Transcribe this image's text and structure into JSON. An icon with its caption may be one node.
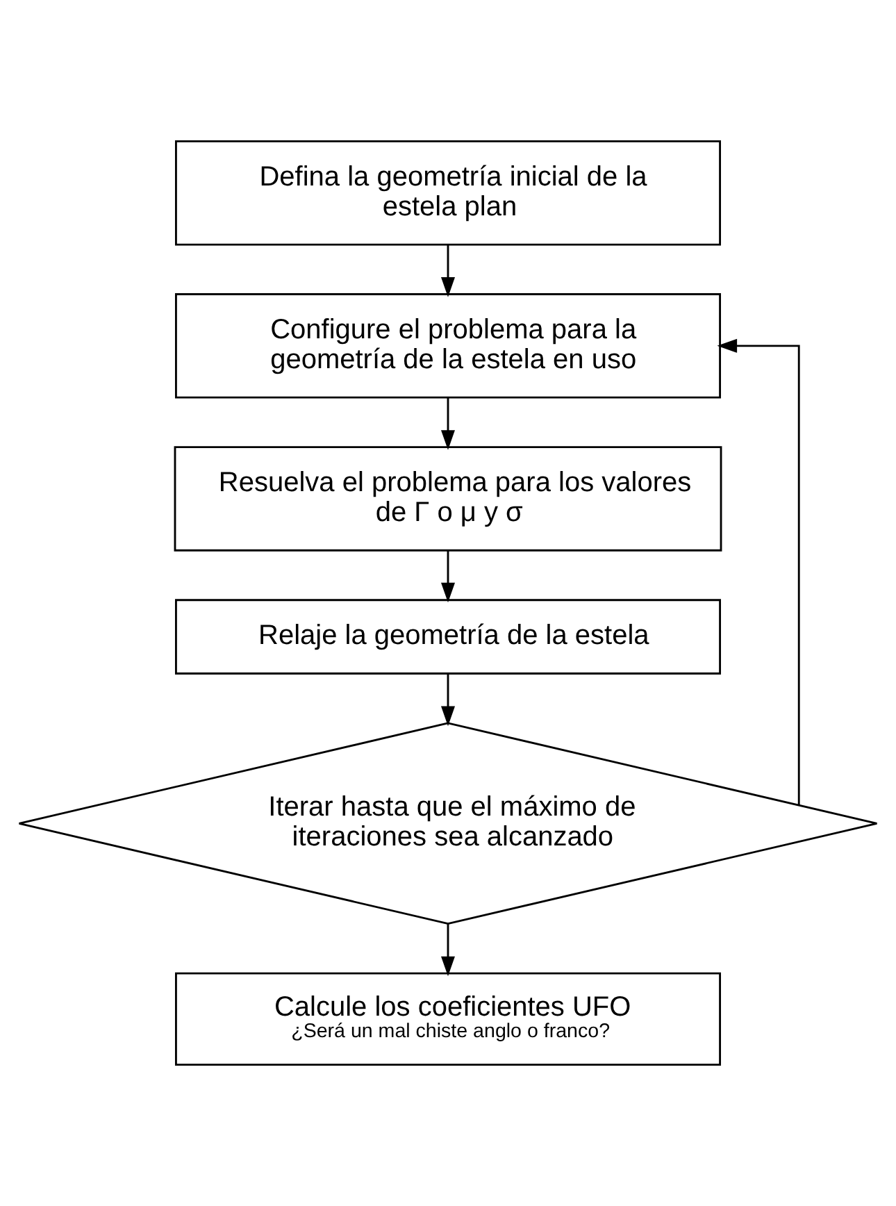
{
  "diagram": {
    "nodes": [
      {
        "text": [
          "Defina la geometría inicial de la estela plan"
        ]
      },
      {
        "text": [
          "Configure el problema para la geometría de la estela en uso"
        ]
      },
      {
        "text": [
          "Resuelva el problema para los valores de Γ o μ y σ"
        ]
      },
      {
        "text": [
          "Relaje la geometría de la estela"
        ]
      },
      {
        "text": [
          "Iterar hasta que el máximo de iteraciones sea alcanzado"
        ]
      },
      {
        "text": [
          "Calcule los coeficientes UFO",
          "¿Será un mal chiste anglo o franco?"
        ]
      }
    ],
    "edges": [
      {
        "from": 0,
        "to": 1,
        "arrow": "to"
      },
      {
        "from": 1,
        "to": 2,
        "arrow": "to"
      },
      {
        "from": 2,
        "to": 3,
        "arrow": "to"
      },
      {
        "from": 3,
        "to": 4,
        "arrow": "to"
      },
      {
        "from": 4,
        "to": 1,
        "arrow": "to"
      },
      {
        "from": 4,
        "to": 5,
        "arrow": "to"
      }
    ]
  }
}
